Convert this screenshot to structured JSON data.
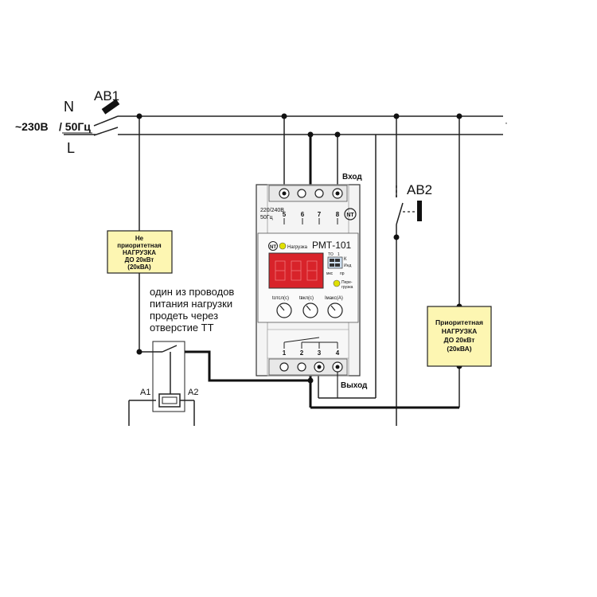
{
  "breaker_1": "АВ1",
  "breaker_2": "АВ2",
  "neutral_label": "N",
  "phase_label": "L",
  "supply_voltage": "~230В",
  "supply_frequency": "/ 50Гц",
  "input_label": "Вход",
  "output_label": "Выход",
  "relay_model": "РМТ-101",
  "relay_rating_line1": "220/240В",
  "relay_rating_line2": "50Гц",
  "top_terminals": [
    "5",
    "6",
    "7",
    "8"
  ],
  "bottom_terminals": [
    "1",
    "2",
    "3",
    "4"
  ],
  "load_indicator": "Нагрузка",
  "overload_indicator_line1": "Пере-",
  "overload_indicator_line2": "грузка",
  "switch_labels": {
    "top": "ТО",
    "one": "1",
    "k": "К",
    "ind": "Инд",
    "mic": "мкс",
    "pr": "пр"
  },
  "knob_labels": [
    "tотсл(с)",
    "tвкл(с)",
    "Iмакс(А)"
  ],
  "non_priority_load": [
    "Не",
    "приоритетная",
    "НАГРУЗКА",
    "ДО 20кВт",
    "(20кВА)"
  ],
  "priority_load": [
    "Приоритетная",
    "НАГРУЗКА",
    "ДО 20кВт",
    "(20кВА)"
  ],
  "note": [
    "один из проводов",
    "питания нагрузки",
    "продеть через",
    "отверстие ТТ"
  ],
  "contactor_a1": "A1",
  "contactor_a2": "A2",
  "colors": {
    "load_box": "#fdf6b2",
    "display": "#d8232a",
    "led": "#e0e000",
    "panel": "#f2f2f2",
    "wire": "#222222"
  }
}
